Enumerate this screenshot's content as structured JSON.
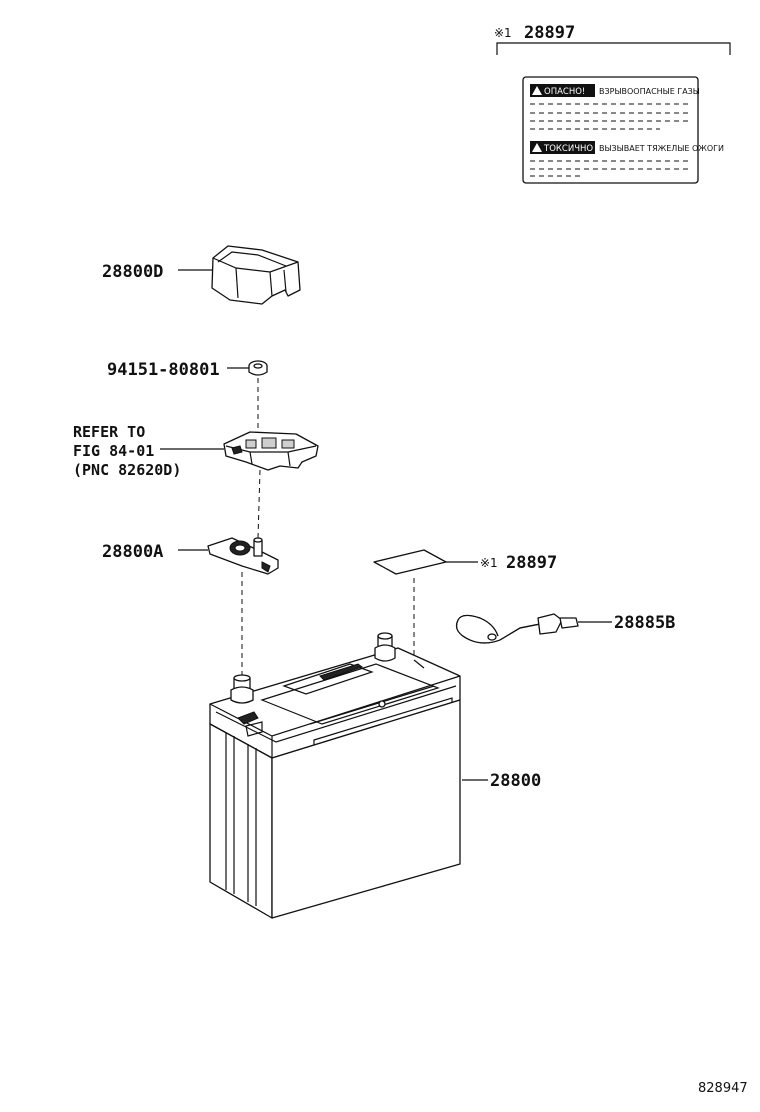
{
  "labels": {
    "warning_label_top": {
      "mark": "※1",
      "part": "28897"
    },
    "terminal_cover": "28800D",
    "nut": "94151-80801",
    "refer_line1": "REFER TO",
    "refer_line2": "FIG 84-01",
    "refer_line3": "(PNC 82620D)",
    "terminal_clamp": "28800A",
    "warning_label_mid": {
      "mark": "※1",
      "part": "28897"
    },
    "vent_hose": "28885B",
    "battery": "28800"
  },
  "warning_plate": {
    "danger_head": "ОПАСНО!",
    "danger_text": "ВЗРЫВООПАСНЫЕ ГАЗЫ",
    "toxic_head": "ТОКСИЧНО",
    "toxic_text": "ВЫЗЫВАЕТ ТЯЖЕЛЫЕ ОЖОГИ"
  },
  "figure_number": "828947",
  "colors": {
    "ink": "#111111",
    "paper": "#ffffff",
    "shade": "#cfcfcf"
  }
}
